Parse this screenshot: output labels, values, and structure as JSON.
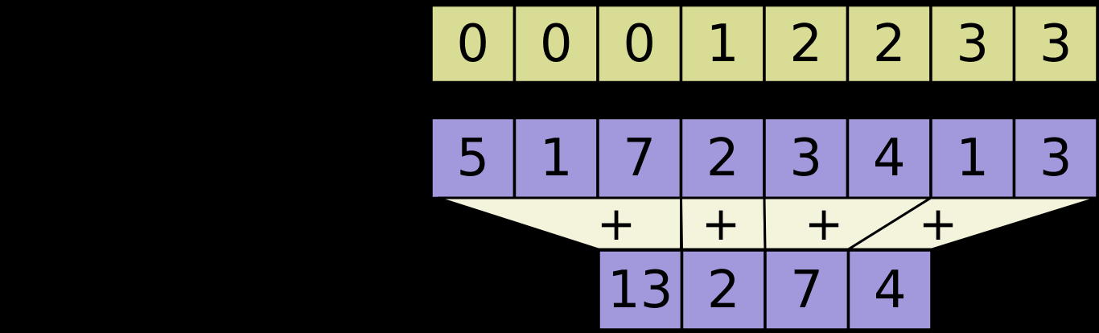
{
  "diagram": {
    "background": "#000000",
    "outline": "#000000",
    "text_color": "#000000",
    "keys_row": {
      "fill": "#d9dc95",
      "cells": [
        "0",
        "0",
        "0",
        "1",
        "2",
        "2",
        "3",
        "3"
      ]
    },
    "values_row": {
      "fill": "#a299dd",
      "cells": [
        "5",
        "1",
        "7",
        "2",
        "3",
        "4",
        "1",
        "3"
      ]
    },
    "reduce_band": {
      "fill": "#f4f4dc",
      "operators": [
        "+",
        "+",
        "+",
        "+"
      ]
    },
    "result_row": {
      "fill": "#a299dd",
      "cells": [
        "13",
        "2",
        "7",
        "4"
      ]
    }
  }
}
